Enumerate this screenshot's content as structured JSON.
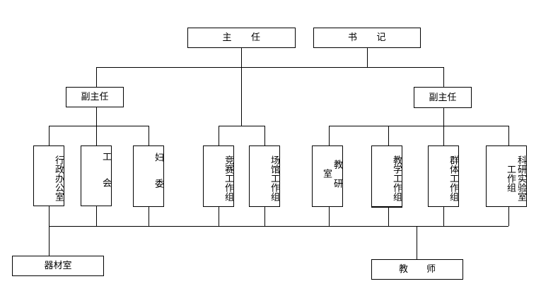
{
  "top": {
    "director": "主　　任",
    "secretary": "书　　记"
  },
  "deputy_left": "副主任",
  "deputy_right": "副主任",
  "units": {
    "admin_office": "行政办公室",
    "union": "工会",
    "womens_committee": "妇委",
    "competition_group": "竞赛工作组",
    "venue_group": "场馆工作组",
    "teaching_research": "教研室",
    "teaching_group": "教学工作组",
    "mass_sports_group": "群体工作组",
    "research_lab_col1": "科研实验室",
    "research_lab_col2": "工作组"
  },
  "equipment_room": "器材室",
  "teachers": "教　　师"
}
